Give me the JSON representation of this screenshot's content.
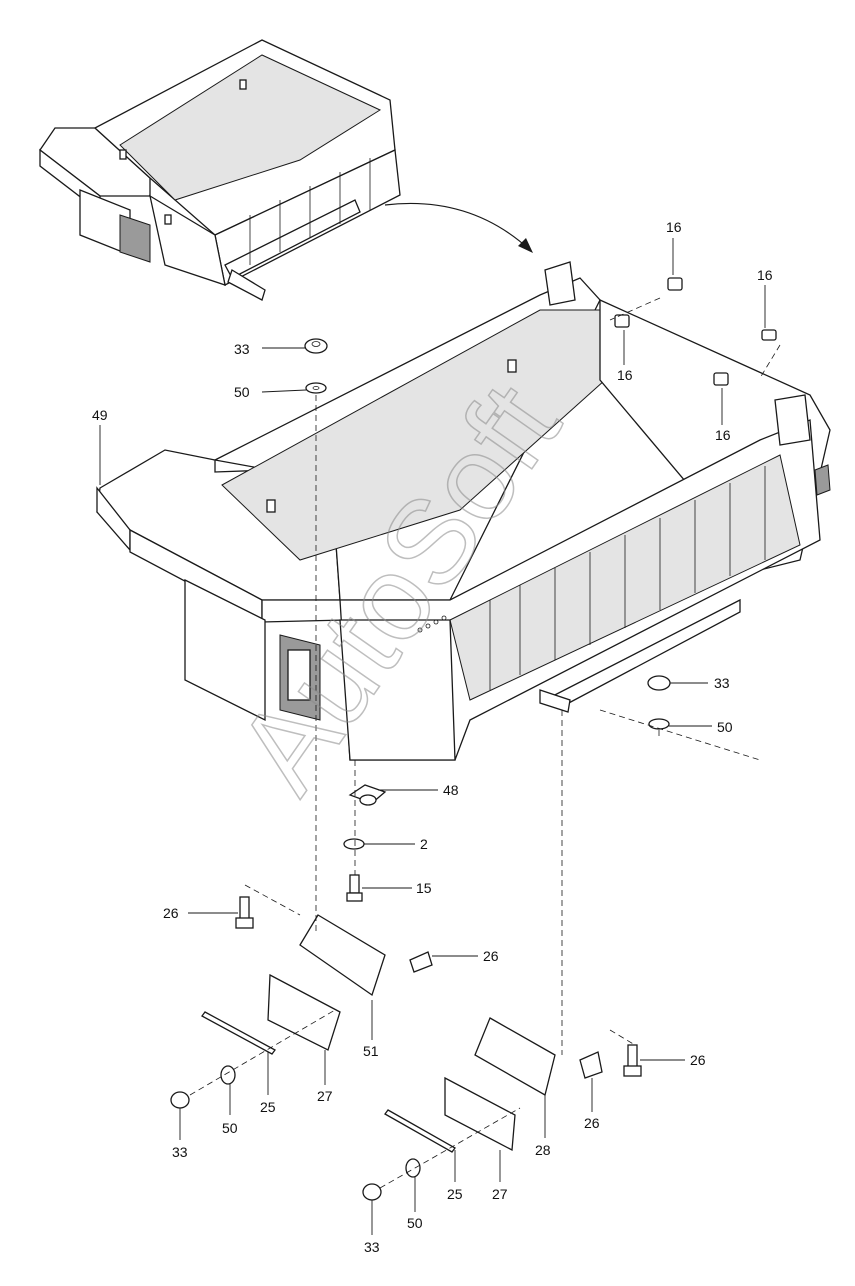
{
  "watermark": "AutoSoft",
  "callouts": {
    "c16a": "16",
    "c16b": "16",
    "c16c": "16",
    "c16d": "16",
    "c33a": "33",
    "c50a": "50",
    "c49": "49",
    "c33b": "33",
    "c50b": "50",
    "c48": "48",
    "c2": "2",
    "c15": "15",
    "c26a": "26",
    "c26b": "26",
    "c51": "51",
    "c27a": "27",
    "c25a": "25",
    "c50c": "50",
    "c33c": "33",
    "c26c": "26",
    "c26d": "26",
    "c28": "28",
    "c25b": "25",
    "c27b": "27",
    "c50d": "50",
    "c33d": "33"
  }
}
